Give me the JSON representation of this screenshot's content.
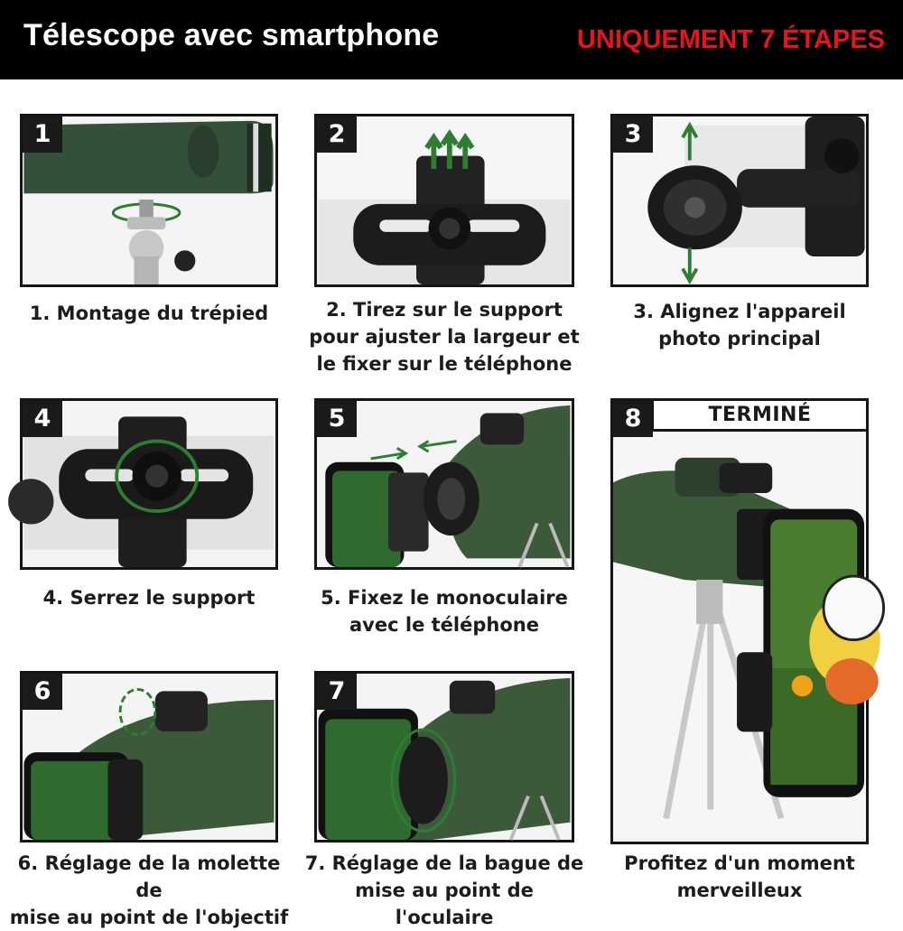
{
  "header": {
    "title": "Télescope avec smartphone",
    "badge": "UNIQUEMENT 7 ÉTAPES"
  },
  "steps": [
    {
      "number": "1",
      "caption": "1. Montage du trépied"
    },
    {
      "number": "2",
      "caption": "2. Tirez sur le support\npour ajuster la largeur et\nle fixer sur le téléphone"
    },
    {
      "number": "3",
      "caption": "3. Alignez l'appareil\nphoto principal"
    },
    {
      "number": "4",
      "caption": "4. Serrez le support"
    },
    {
      "number": "5",
      "caption": "5. Fixez le monoculaire\navec le téléphone"
    },
    {
      "number": "6",
      "caption": "6. Réglage de la molette de\nmise au point de l'objectif"
    },
    {
      "number": "7",
      "caption": "7. Réglage de la bague de\nmise au point de l'oculaire"
    }
  ],
  "final": {
    "number": "8",
    "label": "TERMINÉ",
    "caption": "Profitez d'un moment\nmerveilleux"
  },
  "colors": {
    "banner_bg": "#000000",
    "banner_text": "#ffffff",
    "badge_text": "#e3171b",
    "monocular_green": "#3c5a3a",
    "arrow_green": "#2e7d32"
  }
}
